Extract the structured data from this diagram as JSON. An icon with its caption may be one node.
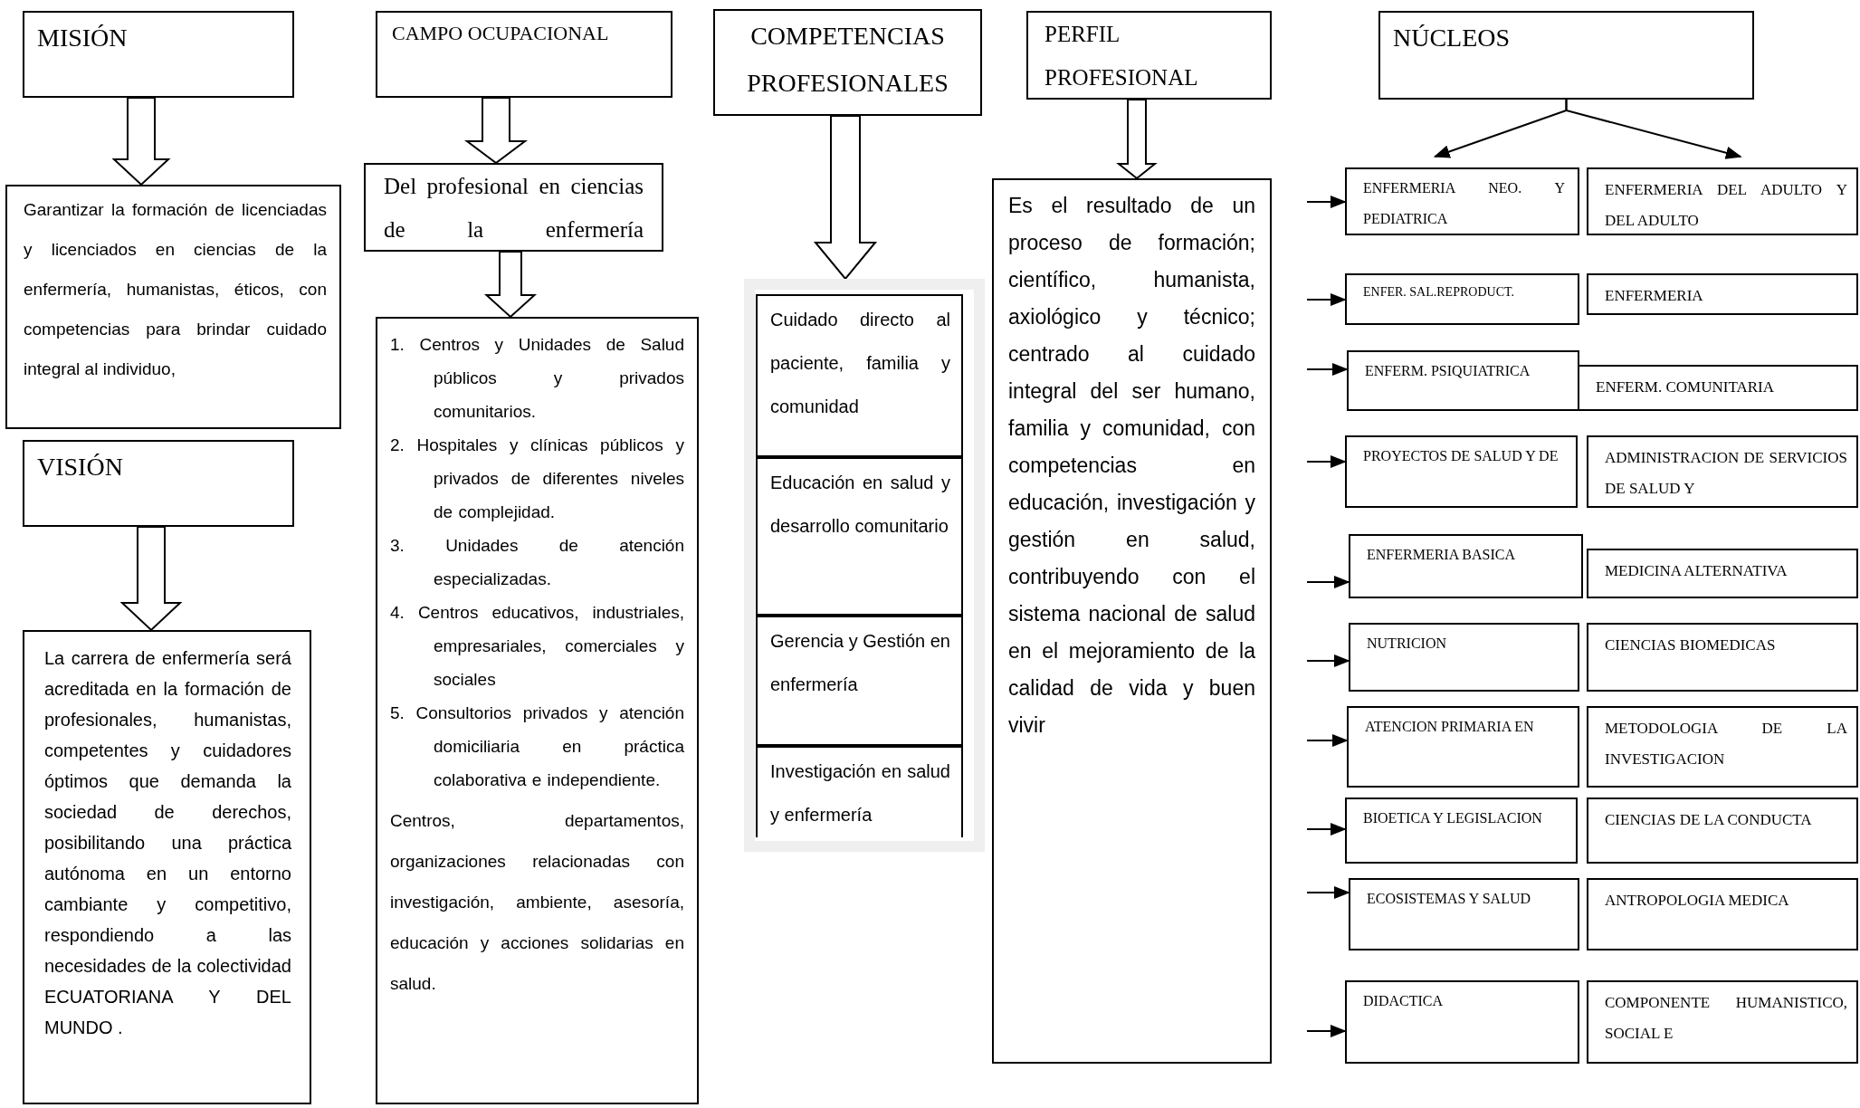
{
  "diagram": {
    "nodes": [
      {
        "text": [
          "MISIÓN"
        ]
      },
      {
        "text": [
          "Garantizar la formación de licenciadas y licenciados en ciencias de la enfermería, humanistas, éticos, con competencias para brindar cuidado integral al individuo,"
        ]
      },
      {
        "text": [
          "VISIÓN"
        ]
      },
      {
        "text": [
          "La carrera de enfermería será acreditada en la formación de profesionales, humanistas, competentes y cuidadores óptimos que demanda la sociedad de derechos, posibilitando una práctica autónoma en un entorno cambiante y competitivo, respondiendo a las necesidades de la colectividad ECUATORIANA Y DEL MUNDO ."
        ]
      },
      {
        "text": [
          "CAMPO OCUPACIONAL"
        ]
      },
      {
        "text": [
          "Del profesional en ciencias de la enfermería"
        ]
      },
      {
        "text": [
          "1. Centros y Unidades de Salud públicos y privados comunitarios.",
          "2. Hospitales y clínicas públicos y privados de diferentes niveles de complejidad.",
          "3. Unidades de atención especializadas.",
          "4. Centros educativos, industriales, empresariales, comerciales y sociales",
          "5. Consultorios privados y atención domiciliaria en práctica colaborativa e independiente.",
          "Centros, departamentos, organizaciones relacionadas con investigación, ambiente, asesoría, educación y acciones solidarias en salud."
        ]
      },
      {
        "text": [
          "COMPETENCIAS PROFESIONALES"
        ]
      },
      {
        "text": [],
        "shape": "box"
      },
      {
        "text": [
          "Cuidado directo al paciente, familia y comunidad"
        ],
        "in": 8
      },
      {
        "text": [
          "Educación en salud y desarrollo comunitario"
        ],
        "in": 8
      },
      {
        "text": [
          "Gerencia y Gestión en enfermería"
        ],
        "in": 8
      },
      {
        "text": [
          "Investigación en salud y enfermería"
        ],
        "in": 8
      },
      {
        "text": [
          "PERFIL PROFESIONAL"
        ]
      },
      {
        "text": [
          "Es el resultado de un proceso de formación; científico, humanista, axiológico y técnico; centrado al cuidado integral del ser humano, familia y comunidad, con competencias en educación, investigación y gestión en salud, contribuyendo con el sistema nacional de salud en el mejoramiento de la calidad de vida y buen vivir"
        ]
      },
      {
        "text": [
          "NÚCLEOS"
        ]
      },
      {
        "text": [
          "ENFERMERIA NEO. Y PEDIATRICA"
        ]
      },
      {
        "text": [
          "ENFERMERIA DEL ADULTO Y DEL ADULTO"
        ]
      },
      {
        "text": [
          "ENFER. SAL.REPRODUCT."
        ]
      },
      {
        "text": [
          "ENFERMERIA"
        ]
      },
      {
        "text": [
          "ENFERM. PSIQUIATRICA"
        ]
      },
      {
        "text": [
          "ENFERM. COMUNITARIA"
        ]
      },
      {
        "text": [
          "PROYECTOS DE SALUD Y DE"
        ]
      },
      {
        "text": [
          "ADMINISTRACION DE SERVICIOS DE SALUD Y"
        ]
      },
      {
        "text": [
          "ENFERMERIA BASICA"
        ]
      },
      {
        "text": [
          "MEDICINA ALTERNATIVA"
        ]
      },
      {
        "text": [
          "NUTRICION"
        ]
      },
      {
        "text": [
          "CIENCIAS BIOMEDICAS"
        ]
      },
      {
        "text": [
          "ATENCION PRIMARIA EN"
        ]
      },
      {
        "text": [
          "METODOLOGIA DE LA INVESTIGACION"
        ]
      },
      {
        "text": [
          "BIOETICA Y LEGISLACION"
        ]
      },
      {
        "text": [
          "CIENCIAS DE LA CONDUCTA"
        ]
      },
      {
        "text": [
          "ECOSISTEMAS Y SALUD"
        ]
      },
      {
        "text": [
          "ANTROPOLOGIA MEDICA"
        ]
      },
      {
        "text": [
          "DIDACTICA"
        ]
      },
      {
        "text": [
          "COMPONENTE HUMANISTICO, SOCIAL E"
        ]
      }
    ],
    "edges": [
      {
        "from": 0,
        "to": 1,
        "arrow": "to",
        "style": "thick"
      },
      {
        "from": 2,
        "to": 3,
        "arrow": "to",
        "style": "thick"
      },
      {
        "from": 4,
        "to": 5,
        "arrow": "to",
        "style": "thick"
      },
      {
        "from": 5,
        "to": 6,
        "arrow": "to",
        "style": "thick"
      },
      {
        "from": 7,
        "to": 8,
        "arrow": "to",
        "style": "thick"
      },
      {
        "from": 13,
        "to": 14,
        "arrow": "to",
        "style": "thick"
      },
      {
        "from": 15,
        "to": 16,
        "arrow": "to"
      },
      {
        "from": 15,
        "to": 17,
        "arrow": "to"
      },
      {
        "from": null,
        "to": 16,
        "arrow": "to"
      },
      {
        "from": null,
        "to": 18,
        "arrow": "to"
      },
      {
        "from": null,
        "to": 20,
        "arrow": "to"
      },
      {
        "from": null,
        "to": 22,
        "arrow": "to"
      },
      {
        "from": null,
        "to": 24,
        "arrow": "to"
      },
      {
        "from": null,
        "to": 26,
        "arrow": "to"
      },
      {
        "from": null,
        "to": 28,
        "arrow": "to"
      },
      {
        "from": null,
        "to": 30,
        "arrow": "to"
      },
      {
        "from": null,
        "to": 32,
        "arrow": "to"
      },
      {
        "from": null,
        "to": 34,
        "arrow": "to"
      }
    ]
  }
}
